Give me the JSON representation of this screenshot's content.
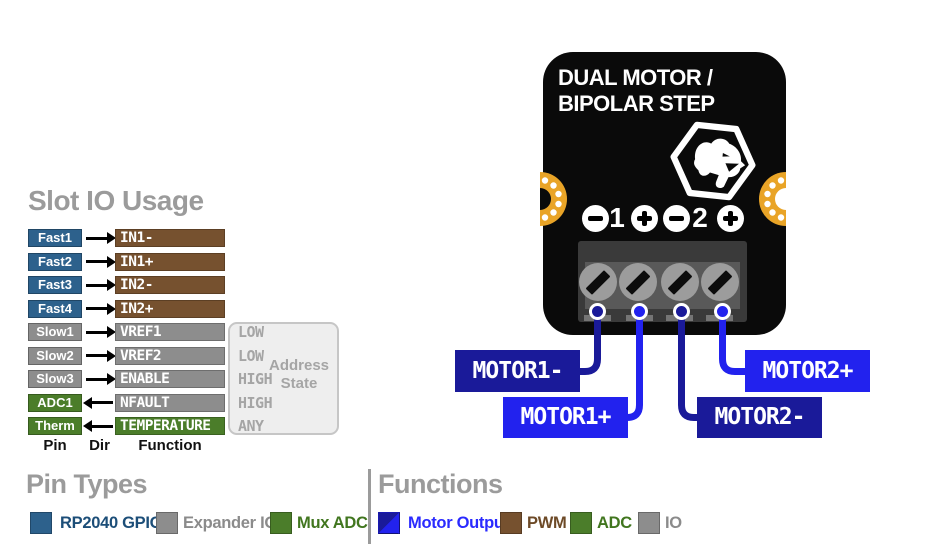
{
  "colors": {
    "steel_blue": "#2d618c",
    "steel_blue_text": "#1c4e78",
    "gray": "#8d8d8d",
    "gray_text": "#8b8b8b",
    "green": "#4b7d2a",
    "green_text": "#41761f",
    "brown": "#76512f",
    "brown_text": "#6d4a27",
    "navy": "#1a1a99",
    "bright_blue": "#2222ee",
    "motor_text": "#2a2aff",
    "board_black": "#0a0a0a",
    "orange": "#e9a427",
    "title_gray": "#9b9b9b",
    "addr_text": "#a5a5a5"
  },
  "slot": {
    "title": "Slot IO Usage",
    "columns": {
      "pin": "Pin",
      "dir": "Dir",
      "function": "Function"
    },
    "rows": [
      {
        "pin": "Fast1",
        "function": "IN1-",
        "dir": "out",
        "pin_type": "RP2040 GPIO",
        "func_type": "PWM"
      },
      {
        "pin": "Fast2",
        "function": "IN1+",
        "dir": "out",
        "pin_type": "RP2040 GPIO",
        "func_type": "PWM"
      },
      {
        "pin": "Fast3",
        "function": "IN2-",
        "dir": "out",
        "pin_type": "RP2040 GPIO",
        "func_type": "PWM"
      },
      {
        "pin": "Fast4",
        "function": "IN2+",
        "dir": "out",
        "pin_type": "RP2040 GPIO",
        "func_type": "PWM"
      },
      {
        "pin": "Slow1",
        "function": "VREF1",
        "dir": "out",
        "pin_type": "Expander IO",
        "func_type": "IO",
        "address": "LOW"
      },
      {
        "pin": "Slow2",
        "function": "VREF2",
        "dir": "out",
        "pin_type": "Expander IO",
        "func_type": "IO",
        "address": "LOW"
      },
      {
        "pin": "Slow3",
        "function": "ENABLE",
        "dir": "out",
        "pin_type": "Expander IO",
        "func_type": "IO",
        "address": "HIGH"
      },
      {
        "pin": "ADC1",
        "function": "NFAULT",
        "dir": "in",
        "pin_type": "Mux ADC",
        "func_type": "IO",
        "address": "HIGH"
      },
      {
        "pin": "Therm",
        "function": "TEMPERATURE",
        "dir": "in",
        "pin_type": "Mux ADC",
        "func_type": "ADC",
        "address": "ANY"
      }
    ],
    "address_state": {
      "label_line1": "Address",
      "label_line2": "State",
      "values": [
        "LOW",
        "LOW",
        "HIGH",
        "HIGH",
        "ANY"
      ]
    }
  },
  "board": {
    "title_line1": "DUAL MOTOR /",
    "title_line2": "BIPOLAR STEP",
    "logo": "bear-hexagon",
    "terminal_markers": [
      "-",
      "1",
      "+",
      "-",
      "2",
      "+"
    ]
  },
  "motor_labels": [
    {
      "label": "MOTOR1-",
      "terminal": 1,
      "color": "navy"
    },
    {
      "label": "MOTOR1+",
      "terminal": 2,
      "color": "bright_blue"
    },
    {
      "label": "MOTOR2-",
      "terminal": 3,
      "color": "navy"
    },
    {
      "label": "MOTOR2+",
      "terminal": 4,
      "color": "bright_blue"
    }
  ],
  "legend": {
    "pin_types": {
      "title": "Pin Types",
      "items": [
        {
          "label": "RP2040 GPIO",
          "swatch": "blue"
        },
        {
          "label": "Expander IO",
          "swatch": "gray"
        },
        {
          "label": "Mux ADC",
          "swatch": "green"
        }
      ]
    },
    "functions": {
      "title": "Functions",
      "items": [
        {
          "label": "Motor Output",
          "swatch": "navy+bright_blue"
        },
        {
          "label": "PWM",
          "swatch": "brown"
        },
        {
          "label": "ADC",
          "swatch": "green"
        },
        {
          "label": "IO",
          "swatch": "gray"
        }
      ]
    }
  }
}
